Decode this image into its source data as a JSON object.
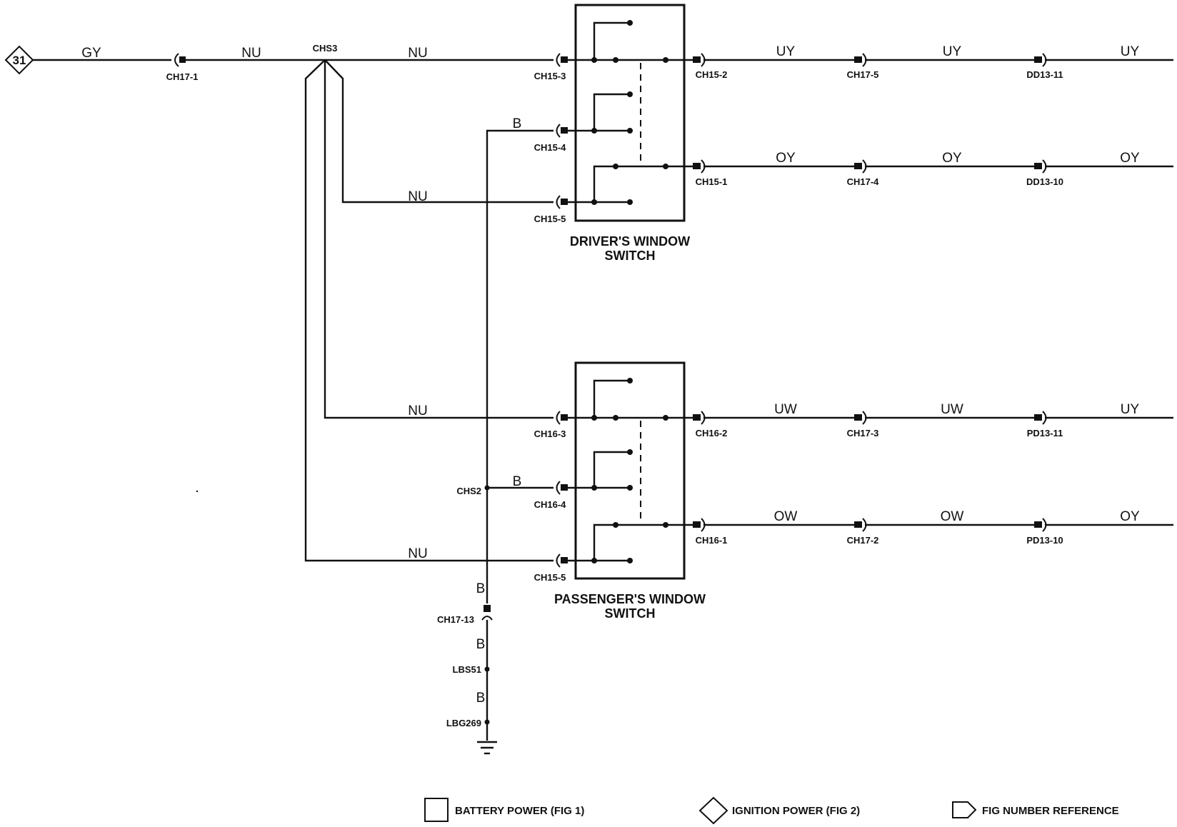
{
  "fig_ref_input": "31",
  "wires": {
    "gy": "GY",
    "nu_1": "NU",
    "nu_2": "NU",
    "nu_3": "NU",
    "nu_4": "NU",
    "nu_5": "NU",
    "b_1": "B",
    "b_2": "B",
    "b_3": "B",
    "b_4": "B",
    "b_5": "B",
    "drv_uy_1": "UY",
    "drv_uy_2": "UY",
    "drv_uy_3": "UY",
    "drv_oy_1": "OY",
    "drv_oy_2": "OY",
    "drv_oy_3": "OY",
    "pas_uw_1": "UW",
    "pas_uw_2": "UW",
    "pas_uy_3": "UY",
    "pas_ow_1": "OW",
    "pas_ow_2": "OW",
    "pas_oy_3": "OY"
  },
  "connectors": {
    "ch17_1": "CH17-1",
    "chs3": "CHS3",
    "ch15_3": "CH15-3",
    "ch15_4": "CH15-4",
    "ch15_5a": "CH15-5",
    "ch15_2": "CH15-2",
    "ch15_1": "CH15-1",
    "ch17_5": "CH17-5",
    "ch17_4": "CH17-4",
    "dd13_11": "DD13-11",
    "dd13_10": "DD13-10",
    "ch16_3": "CH16-3",
    "ch16_4": "CH16-4",
    "ch15_5b": "CH15-5",
    "chs2": "CHS2",
    "ch16_2": "CH16-2",
    "ch16_1": "CH16-1",
    "ch17_3": "CH17-3",
    "ch17_2": "CH17-2",
    "pd13_11": "PD13-11",
    "pd13_10": "PD13-10",
    "ch17_13": "CH17-13",
    "lbs51": "LBS51",
    "lbg269": "LBG269"
  },
  "switches": {
    "driver_line1": "DRIVER'S WINDOW",
    "driver_line2": "SWITCH",
    "passenger_line1": "PASSENGER'S WINDOW",
    "passenger_line2": "SWITCH"
  },
  "legend": {
    "battery": "BATTERY POWER (FIG 1)",
    "ignition": "IGNITION POWER (FIG 2)",
    "fig_ref": "FIG NUMBER REFERENCE"
  }
}
